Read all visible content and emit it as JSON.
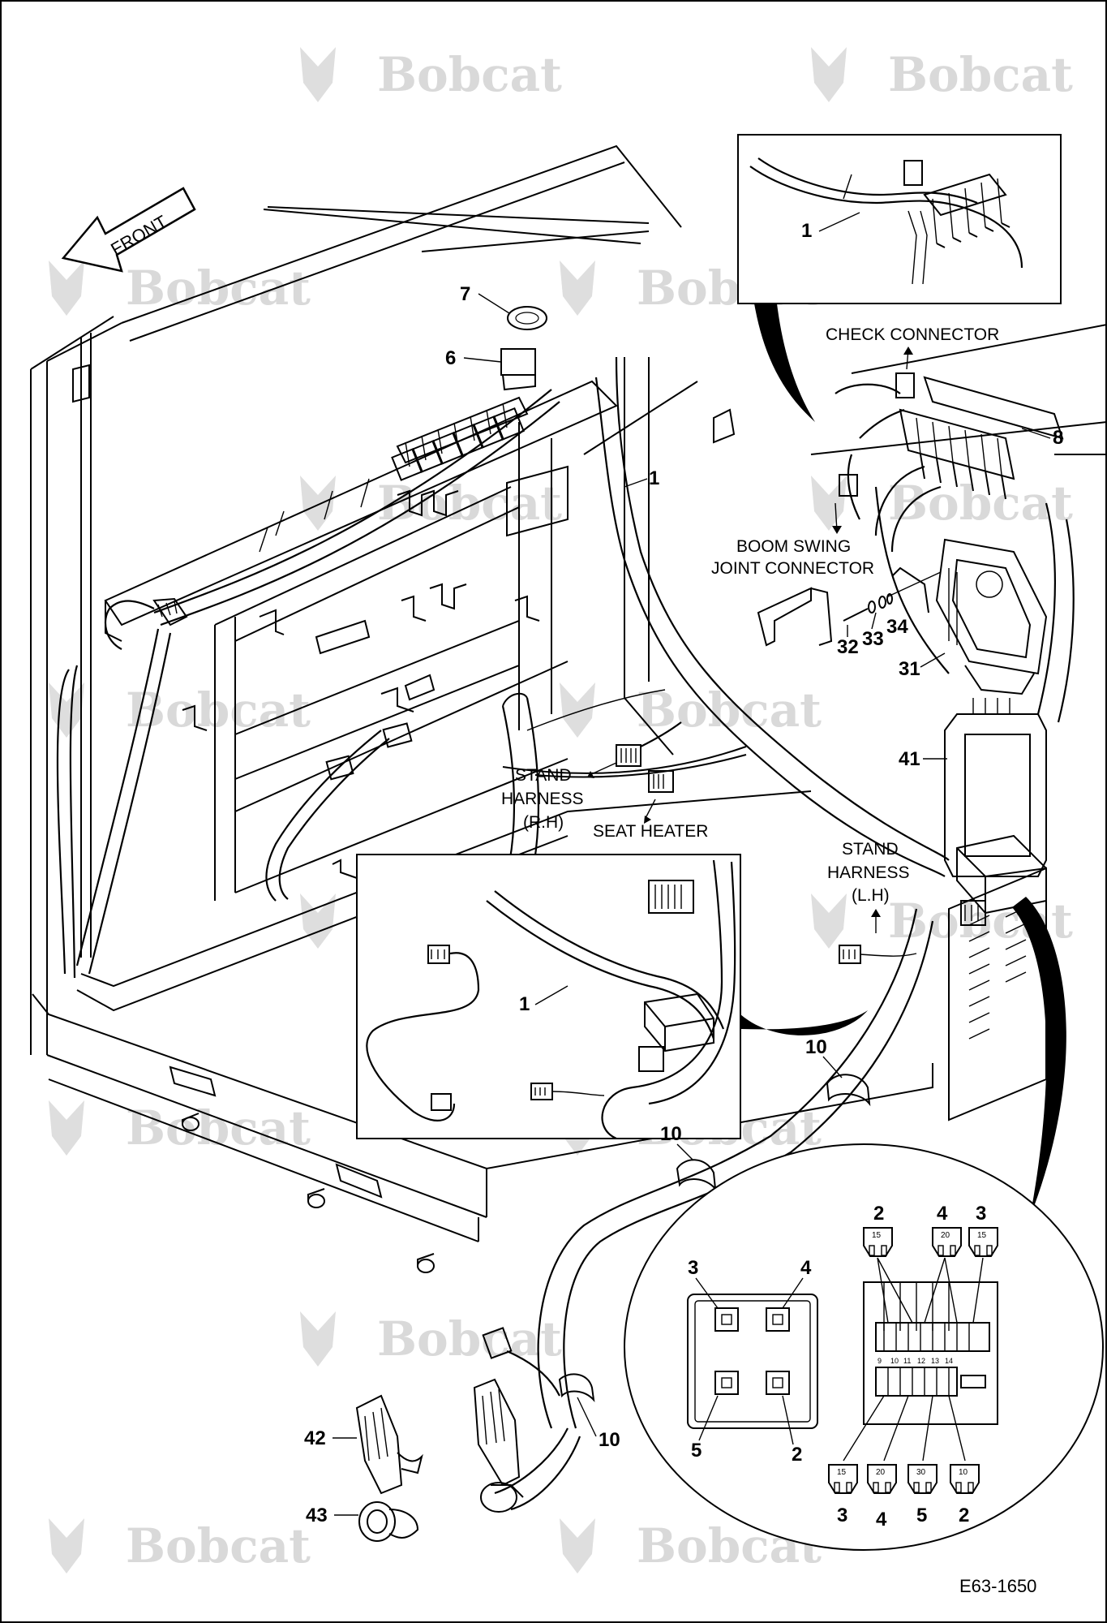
{
  "watermark": "Bobcat",
  "figure_id": "E63-1650",
  "front_arrow": "FRONT",
  "callouts": {
    "c1": "1",
    "c6": "6",
    "c7": "7",
    "c8": "8",
    "c10": "10",
    "c31": "31",
    "c32": "32",
    "c33": "33",
    "c34": "34",
    "c41": "41",
    "c42": "42",
    "c43": "43"
  },
  "captions": {
    "check_connector": "CHECK CONNECTOR",
    "boom_swing_1": "BOOM SWING",
    "boom_swing_2": "JOINT CONNECTOR",
    "stand_rh_1": "STAND",
    "stand_rh_2": "HARNESS",
    "stand_rh_3": "(R.H)",
    "seat_heater": "SEAT HEATER",
    "stand_lh_1": "STAND",
    "stand_lh_2": "HARNESS",
    "stand_lh_3": "(L.H)"
  },
  "relay_positions": {
    "r3": "3",
    "r4": "4",
    "r5": "5",
    "r2": "2"
  },
  "fuse_labels": {
    "top": [
      "2",
      "4",
      "3"
    ],
    "bottom": [
      "3",
      "4",
      "5",
      "2"
    ],
    "top_ratings": [
      "15",
      "20",
      "15"
    ],
    "bottom_ratings": [
      "15",
      "20",
      "30",
      "10"
    ],
    "slot_numbers": [
      "9",
      "10",
      "11",
      "12",
      "13",
      "14"
    ]
  }
}
